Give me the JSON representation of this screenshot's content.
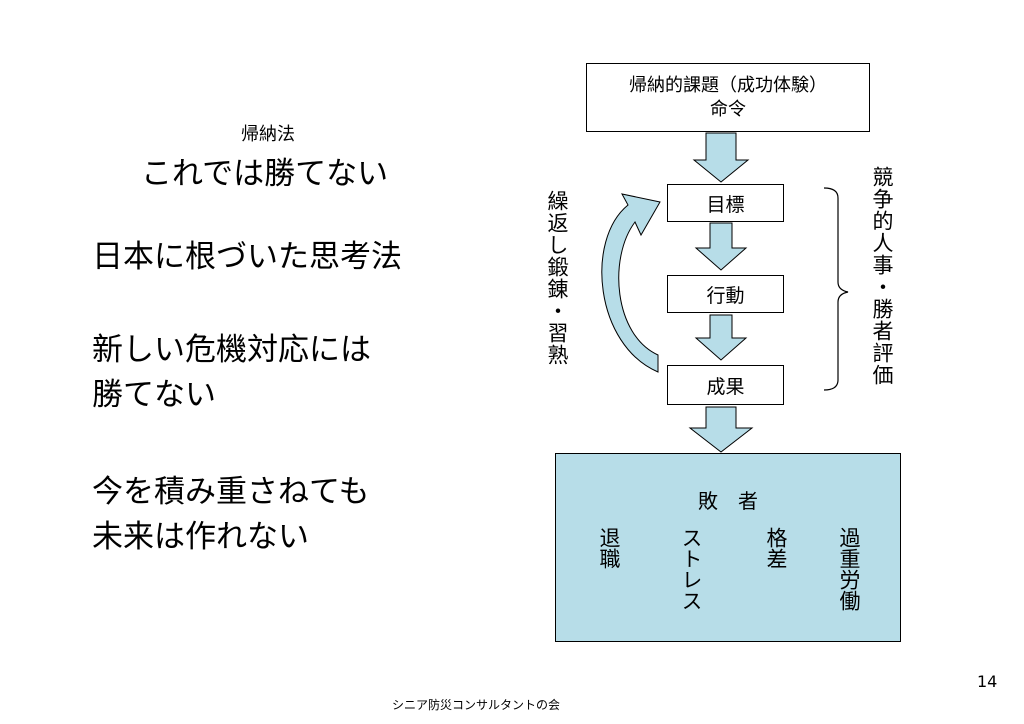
{
  "left": {
    "subtitle": "帰納法",
    "heading": "これでは勝てない",
    "line1": "日本に根づいた思考法",
    "line2a": "新しい危機対応には",
    "line2b": "勝てない",
    "line3a": "今を積み重さねても",
    "line3b": "未来は作れない"
  },
  "diagram": {
    "top_box_line1": "帰納的課題（成功体験）",
    "top_box_line2": "命令",
    "goal": "目標",
    "action": "行動",
    "result": "成果",
    "loop_label": "繰返し鍛錬・習熟",
    "bracket_label": "競争的人事・勝者評価",
    "bottom_title": "敗　者",
    "bottom_items": [
      "退職",
      "ストレス",
      "格差",
      "過重労働"
    ],
    "colors": {
      "arrow_fill": "#b7dde8",
      "bottom_box_fill": "#b7dde8"
    }
  },
  "footer": {
    "page_number": "14",
    "organization": "シニア防災コンサルタントの会"
  }
}
